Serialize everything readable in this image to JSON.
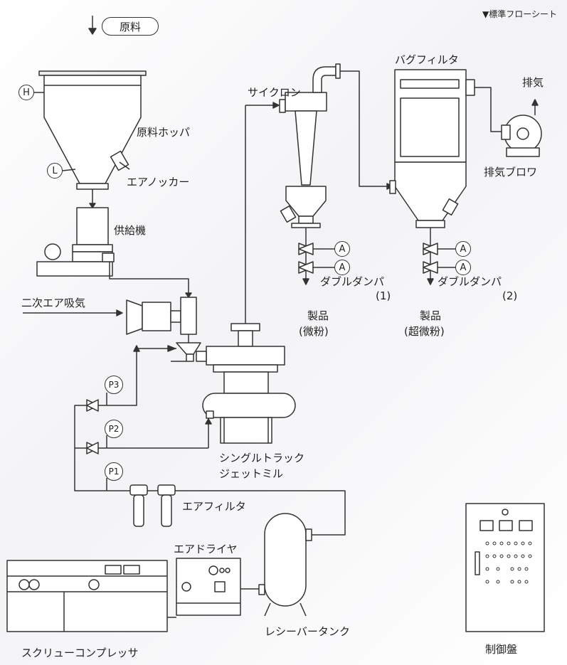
{
  "header": {
    "note": "▼標準フローシート"
  },
  "labels": {
    "raw_material": "原料",
    "hopper": "原料ホッパ",
    "air_knocker": "エアノッカー",
    "feeder": "供給機",
    "secondary_air": "二次エア吸気",
    "cyclone": "サイクロン",
    "bag_filter": "バグフィルタ",
    "exhaust": "排気",
    "exhaust_blower": "排気ブロワ",
    "damper1": "ダブルダンパ",
    "damper1_num": "(1)",
    "damper2": "ダブルダンパ",
    "damper2_num": "(2)",
    "product1": "製品",
    "product1_sub": "(微粉)",
    "product2": "製品",
    "product2_sub": "(超微粉)",
    "jet_mill_line1": "シングルトラック",
    "jet_mill_line2": "ジェットミル",
    "air_filter": "エアフィルタ",
    "air_dryer": "エアドライヤ",
    "receiver_tank": "レシーバータンク",
    "compressor": "スクリューコンプレッサ",
    "control_panel": "制御盤"
  },
  "instruments": {
    "level_high": "H",
    "level_low": "L",
    "valve_a": "A",
    "p1": "P1",
    "p2": "P2",
    "p3": "P3"
  },
  "colors": {
    "line": "#333333",
    "equipment_fill": "#ffffff",
    "background": "#f3f3f6"
  }
}
